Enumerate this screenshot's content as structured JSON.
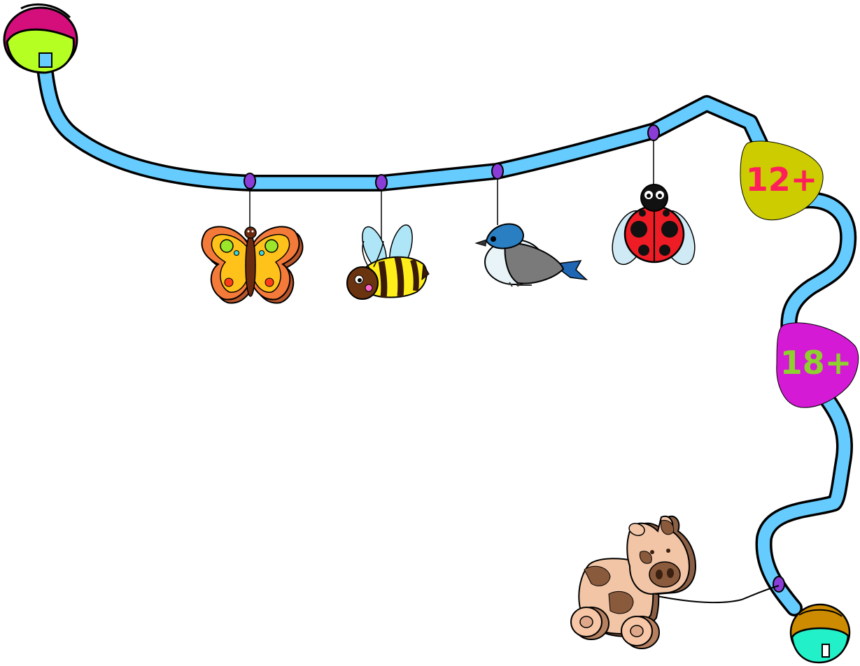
{
  "badges": [
    {
      "label": "12+",
      "fill": "#cccc00",
      "text_color": "#ff1f5a"
    },
    {
      "label": "18+",
      "fill": "#d41ad4",
      "text_color": "#8ed12f"
    }
  ],
  "toys": [
    "butterfly",
    "bee",
    "bird",
    "ladybug",
    "cow-pull-toy"
  ],
  "colors": {
    "tube": "#66ccff",
    "outline": "#000000",
    "clip": "#8a3dd6",
    "end_cap_top": [
      "#d40f7c",
      "#b5ff22"
    ],
    "end_cap_bottom": [
      "#cc8b00",
      "#22f0c8"
    ]
  }
}
